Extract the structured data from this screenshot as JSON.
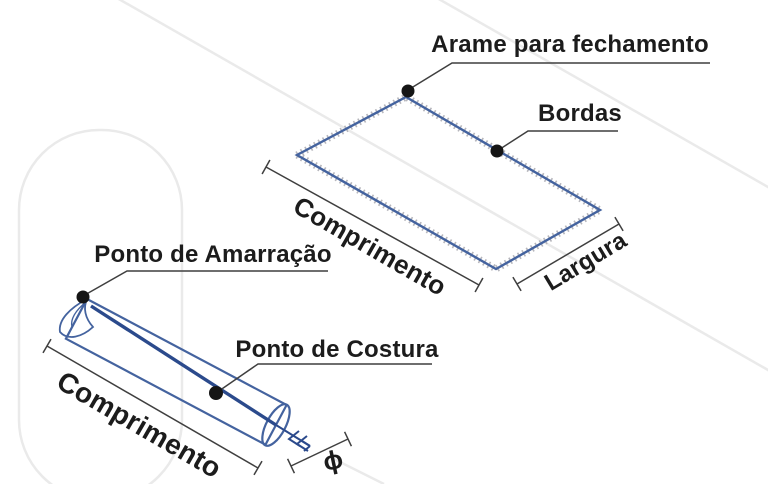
{
  "title": "Diagrama de tela de malha hexagonal",
  "colors": {
    "decor": "#eaeaea",
    "mesh_fill": "#ededef",
    "mesh_stroke": "#a8a8b0",
    "fringe": "#b6b6bc",
    "edge_blue": "#44639f",
    "seam_blue": "#2b4a8c",
    "callout": "#3f3f3f",
    "dot": "#151515",
    "text": "#1c1c1c"
  },
  "panel": {
    "callouts": {
      "arame": "Arame para fechamento",
      "bordas": "Bordas"
    },
    "dimensions": {
      "comprimento": "Comprimento",
      "largura": "Largura"
    }
  },
  "roll": {
    "callouts": {
      "amarracao": "Ponto de Amarração",
      "costura": "Ponto de Costura"
    },
    "dimensions": {
      "comprimento": "Comprimento",
      "diametro": "ϕ"
    }
  }
}
